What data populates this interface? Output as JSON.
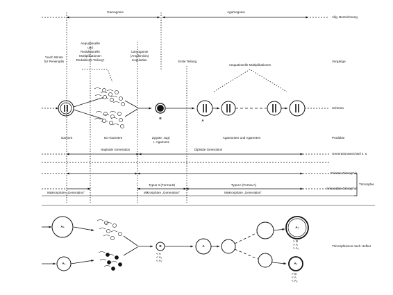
{
  "phases": {
    "gamogonie": "Gamogonie",
    "agamogonie": "Agamogonie",
    "general": "Allg. Bezeichnung"
  },
  "process": {
    "note": [
      "*nach Winter",
      "für Peneroplis"
    ],
    "reduktion": [
      "Aequationelle",
      "und",
      "Reduktionelle",
      "Multiplikationen",
      "Reduktions-Teilung*"
    ],
    "caryogamie": [
      "Caryogamie",
      "(Amphimixis)",
      "Kopulation"
    ],
    "erste_teilung": "Erste Teilung",
    "aequationelle": "Aequationelle Multiplikationen",
    "vorgaenge": "Vorgänge"
  },
  "schema": {
    "label": "Schema",
    "zygote_letter": "B",
    "agamont_letter": "A"
  },
  "products": {
    "gamont": "Gamont",
    "iso_gameten": "Iso-Gameten",
    "zygote": [
      "Zygote, zugl.",
      "I. Agamont"
    ],
    "agamonten": "Agamonten und Agameten",
    "label": "Produkte"
  },
  "generations": {
    "haploide": "Haploide Generation",
    "diploide": "Diploide Generation",
    "wechsel": "Generationswechsel s. s.",
    "primaere": "Primäre Dimorphie",
    "trimorphie": "Trimorphie",
    "typus_ii": "Typus II (Forma B)",
    "typus_i": "Typus I (Forma A)",
    "sekundaere": "Sekundäre Dimorphie",
    "makro1": "Makrosphäre „Generation“",
    "mikro": "Mikrosphäre „Generation“",
    "makro2": "Makrosphäre „Generation“"
  },
  "hofker": {
    "a2": "A₂",
    "a1": "A₁",
    "b": "B",
    "b_rel": [
      "< A",
      "< A₁",
      "< A₂"
    ],
    "a_letter": "A",
    "a2_big": "A₂",
    "a1_small": "A₁",
    "a2_rel": [
      "> B",
      "> A",
      "> A₁"
    ],
    "a1_rel": [
      "> B",
      "< A",
      "< A₂"
    ],
    "label": "Trimorphismus nach Hofker"
  }
}
